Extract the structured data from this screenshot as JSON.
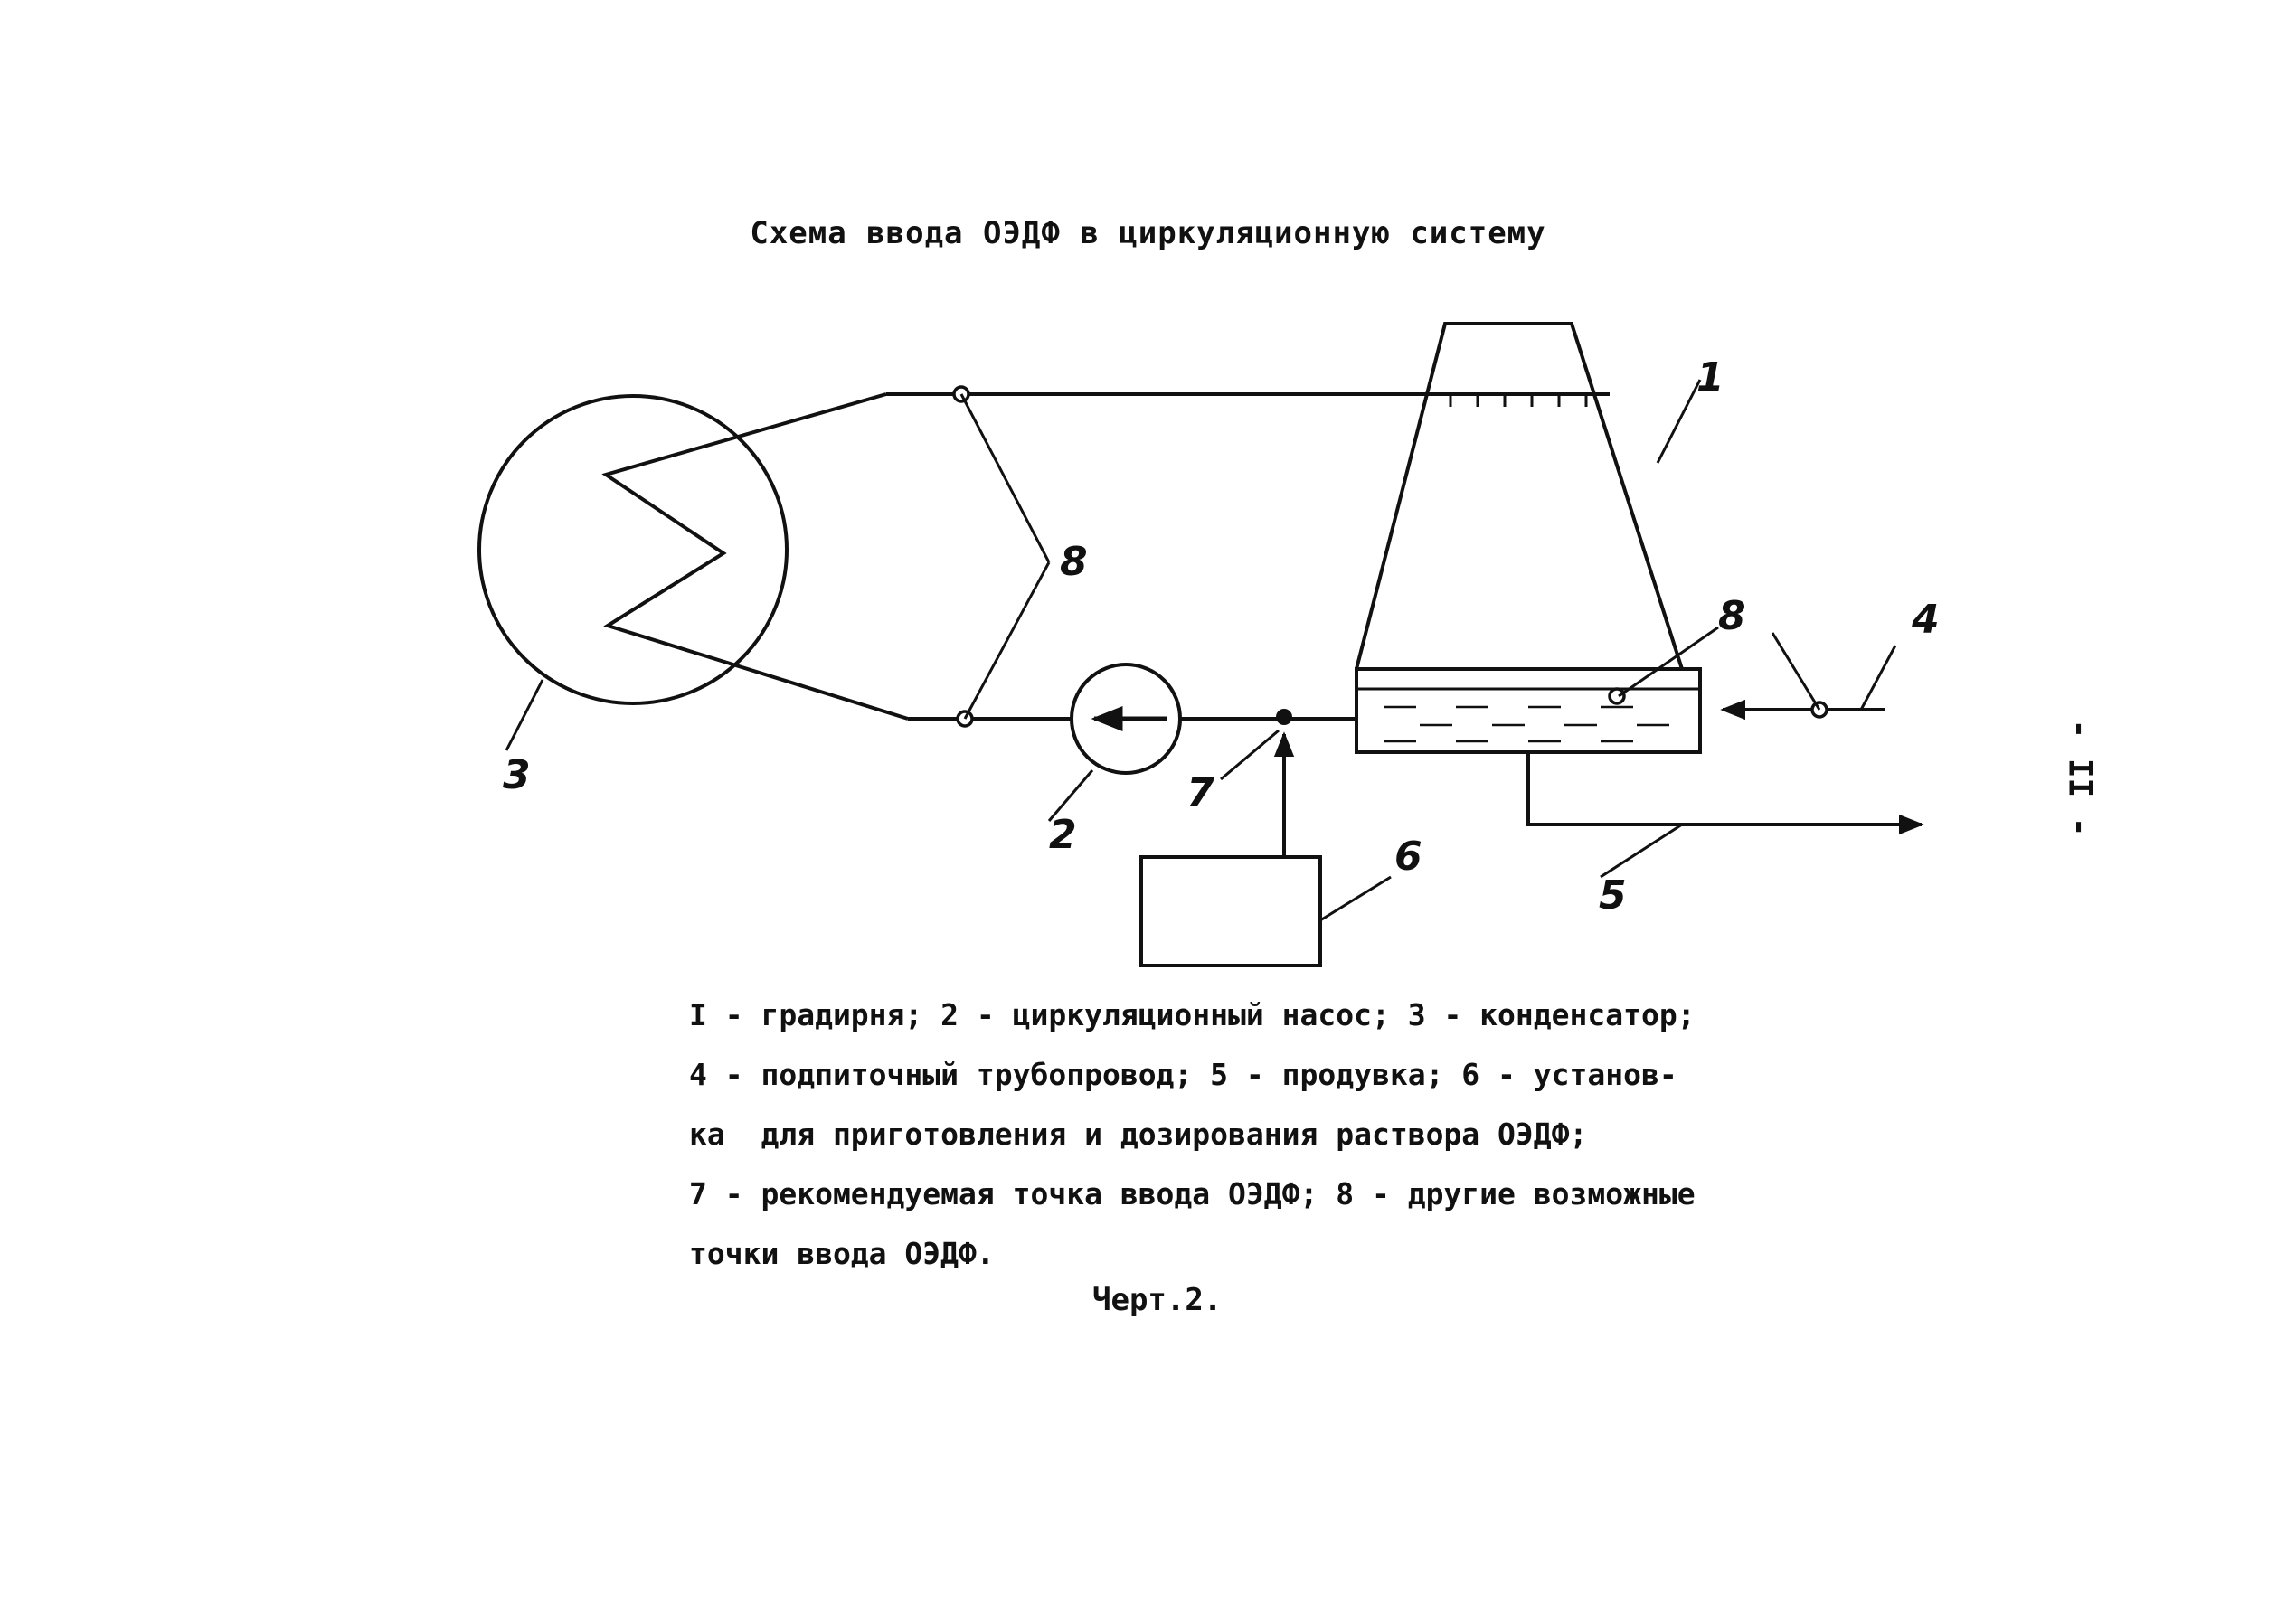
{
  "title": "Схема ввода ОЭДФ в циркуляционную систему",
  "labels": {
    "cooling_tower": "1",
    "circulation_pump": "2",
    "condenser": "3",
    "makeup_pipeline": "4",
    "blowdown": "5",
    "dosing_unit": "6",
    "recommended_point": "7",
    "other_points_pipes": "8",
    "other_points_basin": "8"
  },
  "legend": {
    "lines": [
      "I - градирня; 2 - циркуляционный насос; 3 - конденсатор;",
      "4 - подпиточный трубопровод; 5 - продувка; 6 - установ-",
      "ка  для приготовления и дозирования раствора ОЭДФ;",
      "7 - рекомендуемая точка ввода ОЭДФ; 8 - другие возможные",
      "точки ввода ОЭДФ."
    ]
  },
  "caption": "Черт.2.",
  "page_number": "- II -"
}
